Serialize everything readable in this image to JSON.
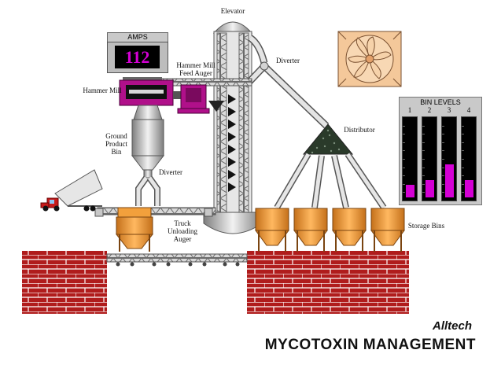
{
  "labels": {
    "elevator": "Elevator",
    "hammer_mill_feed_auger": [
      "Hammer Mill",
      "Feed Auger"
    ],
    "hammer_mill": "Hammer Mill",
    "diverter_top": "Diverter",
    "distributor": "Distributor",
    "ground_product_bin": [
      "Ground",
      "Product",
      "Bin"
    ],
    "diverter_bottom": "Diverter",
    "truck_unloading_auger": [
      "Truck",
      "Unloading",
      "Auger"
    ],
    "storage_bins": "Storage Bins"
  },
  "amps": {
    "title": "AMPS",
    "value": "112",
    "value_color": "#d400d4"
  },
  "bin_levels": {
    "title": "BIN LEVELS",
    "bins": [
      {
        "number": "1",
        "level": 0.16
      },
      {
        "number": "2",
        "level": 0.22
      },
      {
        "number": "3",
        "level": 0.42
      },
      {
        "number": "4",
        "level": 0.22
      }
    ],
    "fill_color": "#d400d4"
  },
  "brand": {
    "logo": "Alltech",
    "tagline": "MYCOTOXIN MANAGEMENT"
  },
  "colors": {
    "brick": "#b01c1c",
    "bin_orange": "#f2a03c",
    "steel": "#b8b8b8",
    "fan_bg": "#f4c89a",
    "machine_magenta": "#b0108a"
  },
  "icons": {
    "fan": "exhaust-fan-icon",
    "truck": "dump-truck-icon"
  }
}
